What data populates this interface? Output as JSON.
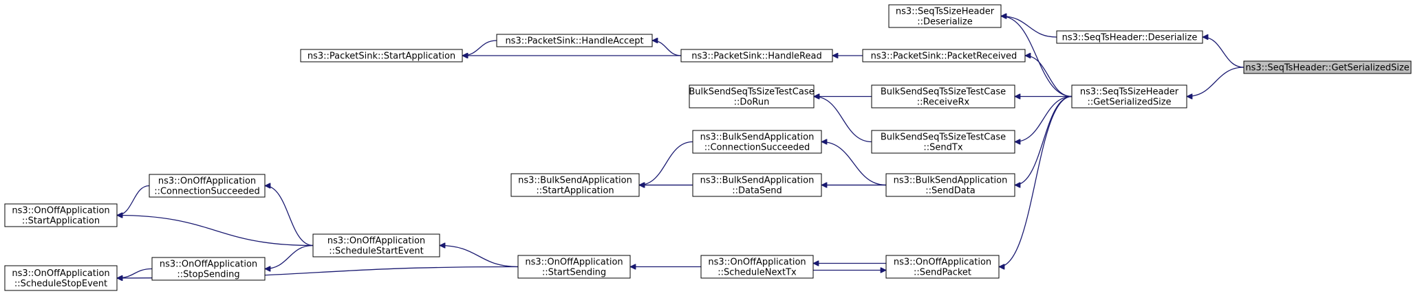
{
  "colors": {
    "edge": "#191970",
    "root_fill": "#bfbfbf",
    "node_fill": "#ffffff",
    "border": "#000000"
  },
  "nodes": {
    "root": [
      "ns3::SeqTsHeader::GetSerializedSize"
    ],
    "seqts_deser": [
      "ns3::SeqTsHeader::Deserialize"
    ],
    "size_deser": [
      "ns3::SeqTsSizeHeader",
      "::Deserialize"
    ],
    "size_getser": [
      "ns3::SeqTsSizeHeader",
      "::GetSerializedSize"
    ],
    "sink_start": [
      "ns3::PacketSink::StartApplication"
    ],
    "sink_accept": [
      "ns3::PacketSink::HandleAccept"
    ],
    "sink_read": [
      "ns3::PacketSink::HandleRead"
    ],
    "sink_recv": [
      "ns3::PacketSink::PacketReceived"
    ],
    "test_dorun": [
      "BulkSendSeqTsSizeTestCase",
      "::DoRun"
    ],
    "test_rx": [
      "BulkSendSeqTsSizeTestCase",
      "::ReceiveRx"
    ],
    "test_tx": [
      "BulkSendSeqTsSizeTestCase",
      "::SendTx"
    ],
    "bulk_connok": [
      "ns3::BulkSendApplication",
      "::ConnectionSucceeded"
    ],
    "bulk_start": [
      "ns3::BulkSendApplication",
      "::StartApplication"
    ],
    "bulk_datasend": [
      "ns3::BulkSendApplication",
      "::DataSend"
    ],
    "bulk_senddata": [
      "ns3::BulkSendApplication",
      "::SendData"
    ],
    "onoff_connok": [
      "ns3::OnOffApplication",
      "::ConnectionSucceeded"
    ],
    "onoff_start": [
      "ns3::OnOffApplication",
      "::StartApplication"
    ],
    "onoff_schedstart": [
      "ns3::OnOffApplication",
      "::ScheduleStartEvent"
    ],
    "onoff_stopsend": [
      "ns3::OnOffApplication",
      "::StopSending"
    ],
    "onoff_schedstop": [
      "ns3::OnOffApplication",
      "::ScheduleStopEvent"
    ],
    "onoff_startsend": [
      "ns3::OnOffApplication",
      "::StartSending"
    ],
    "onoff_schednext": [
      "ns3::OnOffApplication",
      "::ScheduleNextTx"
    ],
    "onoff_sendpkt": [
      "ns3::OnOffApplication",
      "::SendPacket"
    ]
  }
}
